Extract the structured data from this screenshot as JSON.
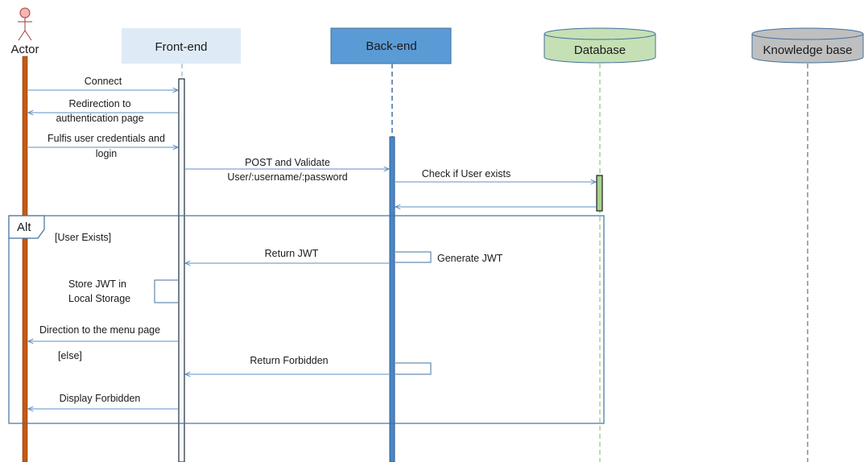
{
  "participants": {
    "actor": "Actor",
    "frontend": "Front-end",
    "backend": "Back-end",
    "database": "Database",
    "knowledge_base": "Knowledge base"
  },
  "messages": {
    "connect": "Connect",
    "redirection_line1": "Redirection to",
    "redirection_line2": "authentication page",
    "credentials_line1": "Fulfis user credentials and",
    "credentials_line2": "login",
    "post_line1": "POST and Validate",
    "post_line2": "User/:username/:password",
    "check_user": "Check if User exists",
    "return_jwt": "Return JWT",
    "generate_jwt": "Generate JWT",
    "store_jwt_line1": "Store JWT in",
    "store_jwt_line2": "Local Storage",
    "direction_menu": "Direction to the menu page",
    "return_forbidden": "Return Forbidden",
    "display_forbidden": "Display Forbidden"
  },
  "alt_fragment": {
    "label": "Alt",
    "guard_if": "[User Exists]",
    "guard_else": "[else]"
  },
  "colors": {
    "actor_lifeline": "#c55a11",
    "frontend_header": "#deebf7",
    "backend_header": "#5b9bd5",
    "backend_activation": "#4a86c8",
    "database_header": "#c5e0b4",
    "database_activation": "#a9d18e",
    "knowledge_base_header": "#bfbfbf",
    "arrow": "#5b8fc9",
    "frame": "#41719c"
  }
}
